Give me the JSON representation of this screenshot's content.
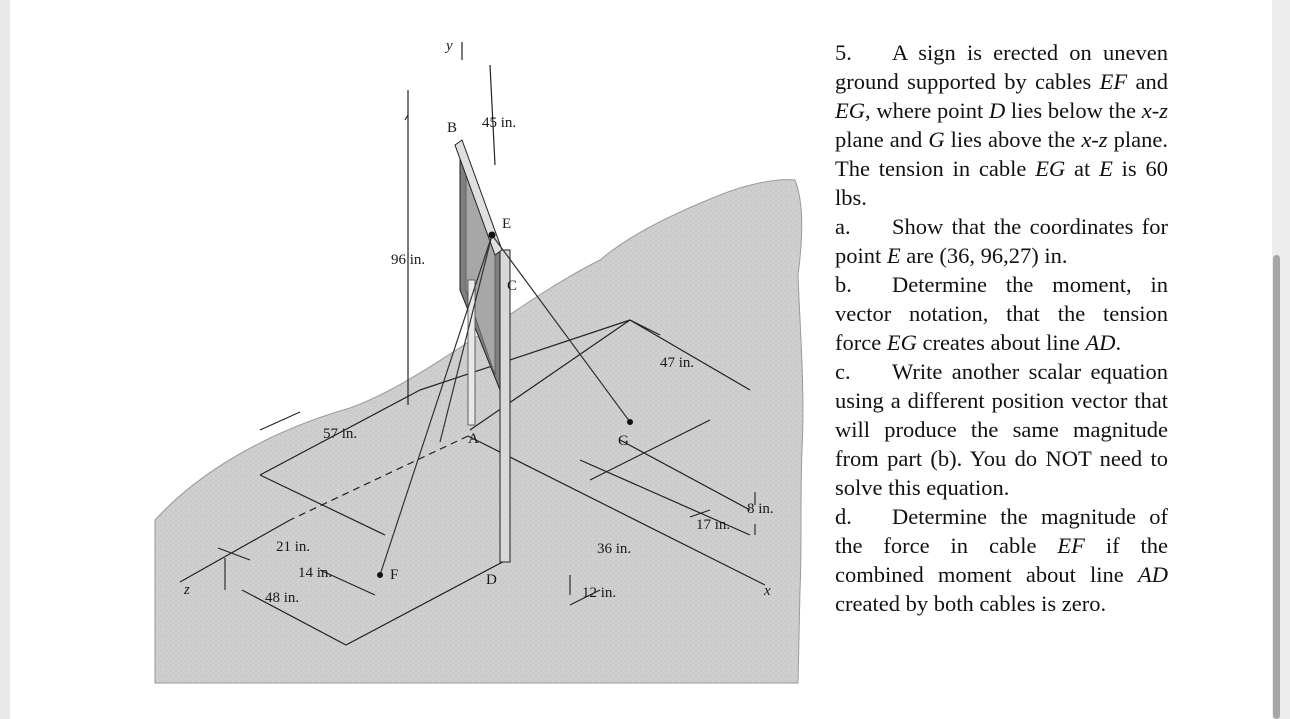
{
  "problem": {
    "number": "5.",
    "statement": [
      {
        "t": "A sign is erected on uneven ground supported by cables "
      },
      {
        "t": "EF",
        "i": true
      },
      {
        "t": " and "
      },
      {
        "t": "EG",
        "i": true
      },
      {
        "t": ", where point "
      },
      {
        "t": "D",
        "i": true
      },
      {
        "t": " lies below the "
      },
      {
        "t": "x-z",
        "i": true
      },
      {
        "t": " plane and "
      },
      {
        "t": "G",
        "i": true
      },
      {
        "t": " lies above the "
      },
      {
        "t": "x-z",
        "i": true
      },
      {
        "t": " plane. The tension in cable "
      },
      {
        "t": "EG",
        "i": true
      },
      {
        "t": " at "
      },
      {
        "t": "E",
        "i": true
      },
      {
        "t": " is 60 lbs."
      }
    ],
    "parts": [
      {
        "label": "a.",
        "text": [
          {
            "t": "Show that the coordinates for point "
          },
          {
            "t": "E",
            "i": true
          },
          {
            "t": " are (36, 96,27) in."
          }
        ]
      },
      {
        "label": "b.",
        "text": [
          {
            "t": "Determine the moment, in vector notation, that the tension force "
          },
          {
            "t": "EG",
            "i": true
          },
          {
            "t": " creates about line "
          },
          {
            "t": "AD",
            "i": true
          },
          {
            "t": "."
          }
        ]
      },
      {
        "label": "c.",
        "text": [
          {
            "t": "Write another scalar equation using a different position vector that will produce the same magnitude from part (b). You do NOT need to solve this equation."
          }
        ]
      },
      {
        "label": "d.",
        "text": [
          {
            "t": "Determine the magnitude of the force in cable "
          },
          {
            "t": "EF",
            "i": true
          },
          {
            "t": " if the combined moment about line "
          },
          {
            "t": "AD",
            "i": true
          },
          {
            "t": " created by both cables is zero."
          }
        ]
      }
    ]
  },
  "figure": {
    "points": {
      "b": "B",
      "e": "E",
      "c": "C",
      "a": "A",
      "g": "G",
      "f": "F",
      "d": "D"
    },
    "axes": {
      "y": "y",
      "x": "x",
      "z": "z"
    },
    "dims": {
      "d45": "45 in.",
      "d96": "96 in.",
      "d47": "47 in.",
      "d57": "57 in.",
      "d8": "8 in.",
      "d17": "17 in.",
      "d36": "36 in.",
      "d21": "21 in.",
      "d14": "14 in.",
      "d48": "48 in.",
      "d12": "12 in."
    }
  }
}
